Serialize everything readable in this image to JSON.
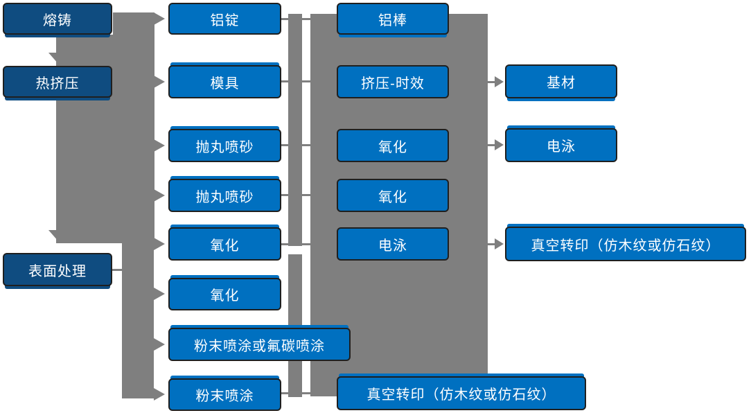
{
  "diagram_type": "process-flowchart",
  "colors": {
    "navy": "#0f4c80",
    "blue": "#0070c0",
    "gray": "#7f7f7f",
    "box_border": "#1f1f1f",
    "text": "#ffffff",
    "background": "#ffffff"
  },
  "nodes": {
    "col1": [
      "熔铸",
      "热挤压",
      "表面处理"
    ],
    "col2": [
      "铝锭",
      "模具",
      "抛丸喷砂",
      "抛丸喷砂",
      "氧化",
      "氧化",
      "粉末喷涂或氟碳喷涂",
      "粉末喷涂"
    ],
    "col3": [
      "铝棒",
      "挤压-时效",
      "氧化",
      "氧化",
      "电泳",
      "真空转印（仿木纹或仿石纹）"
    ],
    "col4": [
      "基材",
      "电泳",
      "真空转印（仿木纹或仿石纹）"
    ]
  }
}
